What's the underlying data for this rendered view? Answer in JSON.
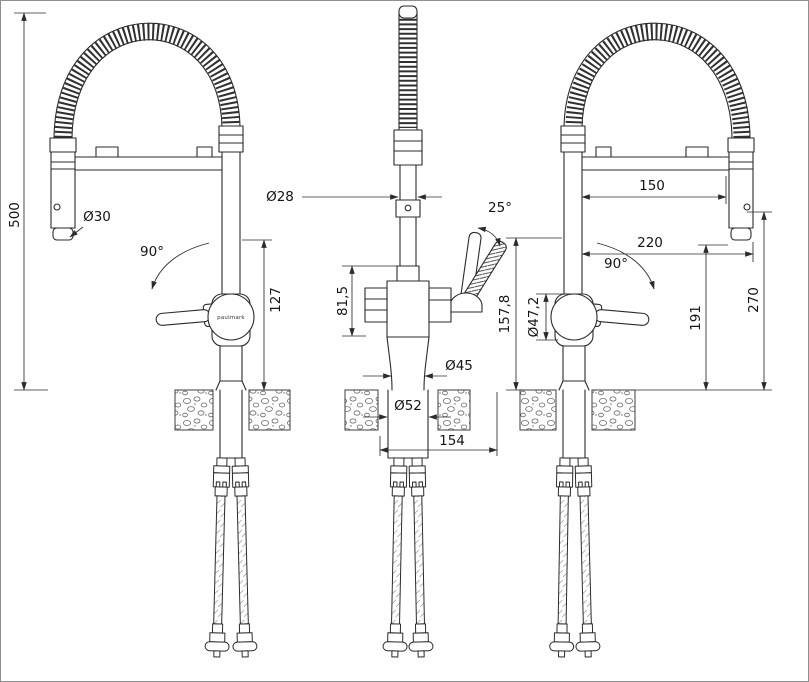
{
  "drawing": {
    "brand_logo": "paulmark",
    "dims": {
      "overall_height": "500",
      "spray_head_diameter": "Ø30",
      "swivel_angle_left": "90°",
      "handle_height_127": "127",
      "spout_pipe_diameter": "Ø28",
      "handle_tilt_angle": "25°",
      "body_height_81_5": "81,5",
      "base_diameter": "Ø45",
      "shank_diameter": "Ø52",
      "mount_width_154": "154",
      "spray_offset_150": "150",
      "spout_reach_220": "220",
      "swivel_angle_right": "90°",
      "body_diameter_47_2": "Ø47,2",
      "height_157_8": "157,8",
      "spray_clearance_191": "191",
      "spout_clearance_270": "270"
    }
  }
}
